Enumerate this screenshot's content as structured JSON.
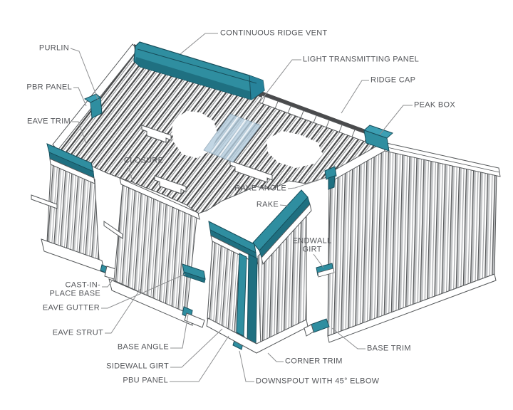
{
  "diagram_title": "Metal building components callout diagram",
  "colors": {
    "accent_teal": "#2F8EA0",
    "accent_teal_dark": "#1F7081",
    "accent_teal_light": "#3C9FB3",
    "line_art": "#4a4d4f",
    "label_text": "#54565A",
    "leader_line": "#8F9092",
    "light_panel_blue": "#B4CDDE",
    "background": "#FFFFFF"
  },
  "labels": [
    {
      "id": "continuous-ridge-vent",
      "text": "CONTINUOUS RIDGE VENT"
    },
    {
      "id": "purlin",
      "text": "PURLIN"
    },
    {
      "id": "pbr-panel",
      "text": "PBR PANEL"
    },
    {
      "id": "eave-trim",
      "text": "EAVE TRIM"
    },
    {
      "id": "light-transmitting-panel",
      "text": "LIGHT TRANSMITTING PANEL"
    },
    {
      "id": "ridge-cap",
      "text": "RIDGE CAP"
    },
    {
      "id": "peak-box",
      "text": "PEAK BOX"
    },
    {
      "id": "closure",
      "text": "CLOSURE"
    },
    {
      "id": "rake-angle",
      "text": "RAKE ANGLE"
    },
    {
      "id": "rake",
      "text": "RAKE"
    },
    {
      "id": "endwall-girt",
      "text": "ENDWALL\nGIRT"
    },
    {
      "id": "cast-in-place-base",
      "text": "CAST-IN-\nPLACE BASE"
    },
    {
      "id": "eave-gutter",
      "text": "EAVE GUTTER"
    },
    {
      "id": "eave-strut",
      "text": "EAVE STRUT"
    },
    {
      "id": "base-angle",
      "text": "BASE ANGLE"
    },
    {
      "id": "sidewall-girt",
      "text": "SIDEWALL GIRT"
    },
    {
      "id": "pbu-panel",
      "text": "PBU PANEL"
    },
    {
      "id": "downspout",
      "text": "DOWNSPOUT WITH 45° ELBOW"
    },
    {
      "id": "corner-trim",
      "text": "CORNER TRIM"
    },
    {
      "id": "base-trim",
      "text": "BASE TRIM"
    }
  ]
}
